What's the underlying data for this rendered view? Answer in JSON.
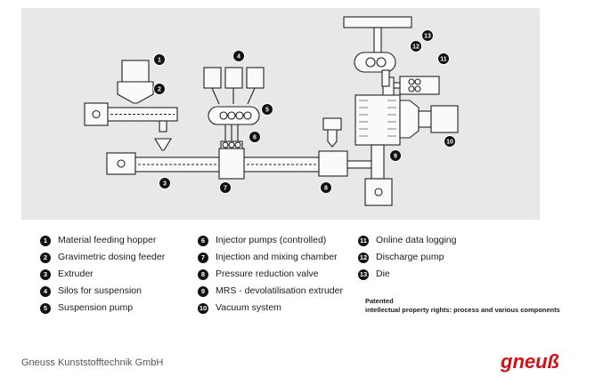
{
  "legend": [
    {
      "num": "1",
      "label": "Material feeding hopper"
    },
    {
      "num": "2",
      "label": "Gravimetric dosing feeder"
    },
    {
      "num": "3",
      "label": "Extruder"
    },
    {
      "num": "4",
      "label": "Silos for suspension"
    },
    {
      "num": "5",
      "label": "Suspension pump"
    },
    {
      "num": "6",
      "label": "Injector pumps (controlled)"
    },
    {
      "num": "7",
      "label": "Injection and mixing chamber"
    },
    {
      "num": "8",
      "label": "Pressure reduction valve"
    },
    {
      "num": "9",
      "label": "MRS - devolatilisation extruder"
    },
    {
      "num": "10",
      "label": "Vacuum system"
    },
    {
      "num": "11",
      "label": "Online data logging"
    },
    {
      "num": "12",
      "label": "Discharge pump"
    },
    {
      "num": "13",
      "label": "Die"
    }
  ],
  "patent": {
    "line1": "Patented",
    "line2": "intellectual property rights: process and various components"
  },
  "company": "Gneuss Kunststofftechnik GmbH",
  "logo_text": "gneuß",
  "colors": {
    "logo": "#d0101a",
    "diagram_bg": "#e8e8e8",
    "ink": "#111111"
  }
}
